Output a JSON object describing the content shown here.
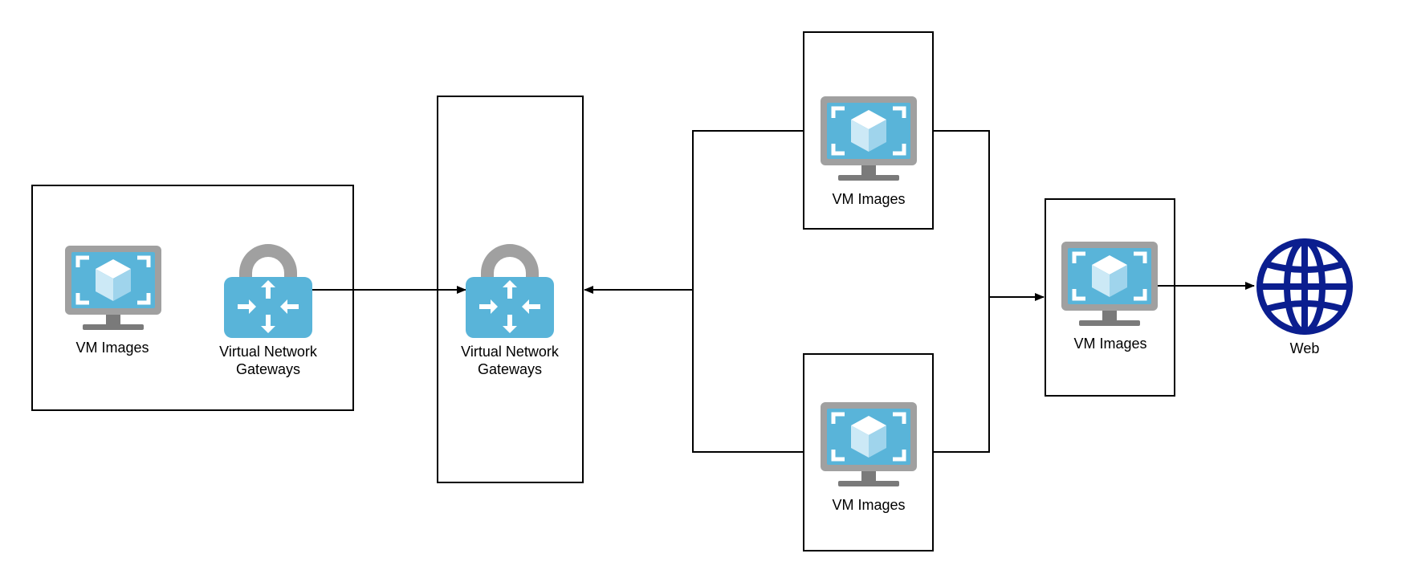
{
  "nodes": {
    "vm_left": {
      "label": "VM Images",
      "icon": "vm-monitor-icon"
    },
    "gateway_left": {
      "label_line1": "Virtual Network",
      "label_line2": "Gateways",
      "icon": "gateway-lock-icon"
    },
    "gateway_center": {
      "label_line1": "Virtual Network",
      "label_line2": "Gateways",
      "icon": "gateway-lock-icon"
    },
    "vm_top": {
      "label": "VM Images",
      "icon": "vm-monitor-icon"
    },
    "vm_bottom": {
      "label": "VM Images",
      "icon": "vm-monitor-icon"
    },
    "vm_right": {
      "label": "VM Images",
      "icon": "vm-monitor-icon"
    },
    "web": {
      "label": "Web",
      "icon": "globe-icon"
    }
  },
  "edges": [
    {
      "from": "gateway_left",
      "to": "gateway_center"
    },
    {
      "from": "vm_top",
      "to": "gateway_center"
    },
    {
      "from": "vm_bottom",
      "to": "gateway_center"
    },
    {
      "from": "vm_top",
      "to": "vm_right"
    },
    {
      "from": "vm_bottom",
      "to": "vm_right"
    },
    {
      "from": "vm_right",
      "to": "web"
    }
  ],
  "colors": {
    "monitor_frame": "#a0a0a0",
    "monitor_stand": "#7a7a7a",
    "screen": "#59b4d9",
    "cube_light": "#ffffff",
    "cube_mid": "#cce9f6",
    "cube_dark": "#9fd4ec",
    "lock_shackle": "#a0a0a0",
    "lock_body": "#59b4d9",
    "globe": "#0b1e8f",
    "line": "#000000"
  }
}
